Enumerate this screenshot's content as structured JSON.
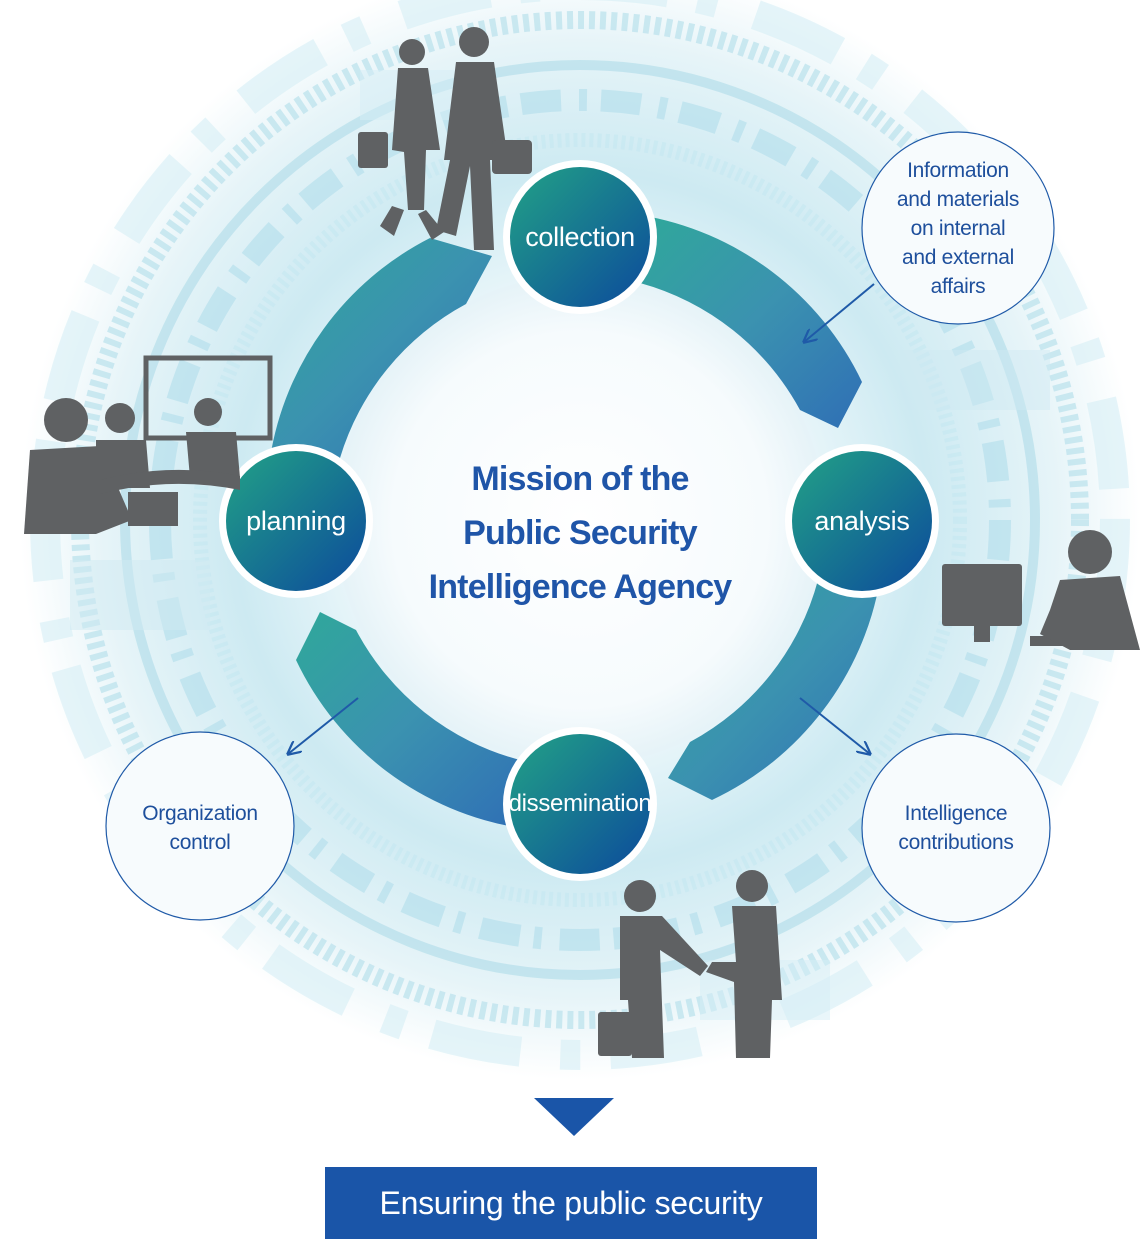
{
  "center": {
    "lines": [
      "Mission of the",
      "Public Security",
      "Intelligence Agency"
    ]
  },
  "cycle_nodes": {
    "collection": "collection",
    "analysis": "analysis",
    "dissemination": "dissemination",
    "planning": "planning"
  },
  "bubbles": {
    "information": [
      "Information",
      "and materials",
      "on internal",
      "and external",
      "affairs"
    ],
    "intelligence": [
      "Intelligence",
      "contributions"
    ],
    "organization": [
      "Organization",
      "control"
    ]
  },
  "result": "Ensuring the public security",
  "colors": {
    "ring_teal": "#2a9f9a",
    "ring_blue": "#2f6fb5",
    "node_green": "#1f9a86",
    "node_blue": "#0d4f9e",
    "text_blue": "#1f55a8",
    "result_bg": "#1a55a8",
    "silhouette": "#5f6163"
  }
}
